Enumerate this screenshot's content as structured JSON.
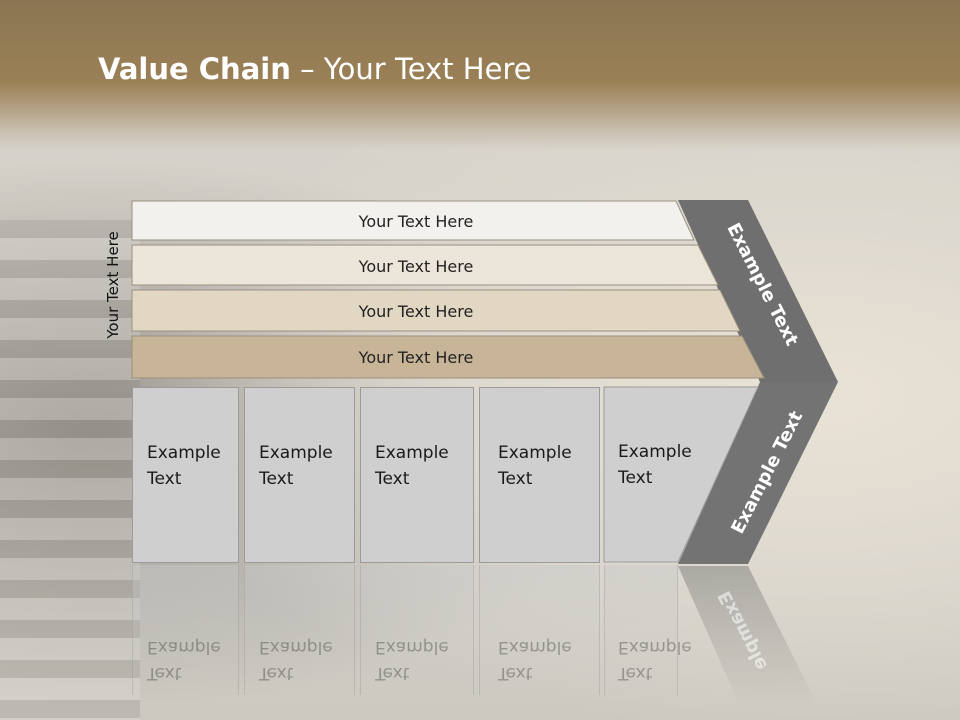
{
  "slide": {
    "title_bold": "Value Chain",
    "title_rest": " – Your Text Here",
    "vertical_label": "Your Text Here"
  },
  "bars": [
    {
      "label": "Your Text Here",
      "color": "#f3f1ed"
    },
    {
      "label": "Your Text Here",
      "color": "#ece5d9"
    },
    {
      "label": "Your Text Here",
      "color": "#e2d7c3"
    },
    {
      "label": "Your Text Here",
      "color": "#c8b597"
    }
  ],
  "columns": [
    {
      "line1": "Example",
      "line2": "Text"
    },
    {
      "line1": "Example",
      "line2": "Text"
    },
    {
      "line1": "Example",
      "line2": "Text"
    },
    {
      "line1": "Example",
      "line2": "Text"
    },
    {
      "line1": "Example",
      "line2": "Text"
    }
  ],
  "chevron": {
    "upper_label": "Example Text",
    "lower_label": "Example Text",
    "reflection_label": "Example",
    "color": "#6f6f6f"
  }
}
